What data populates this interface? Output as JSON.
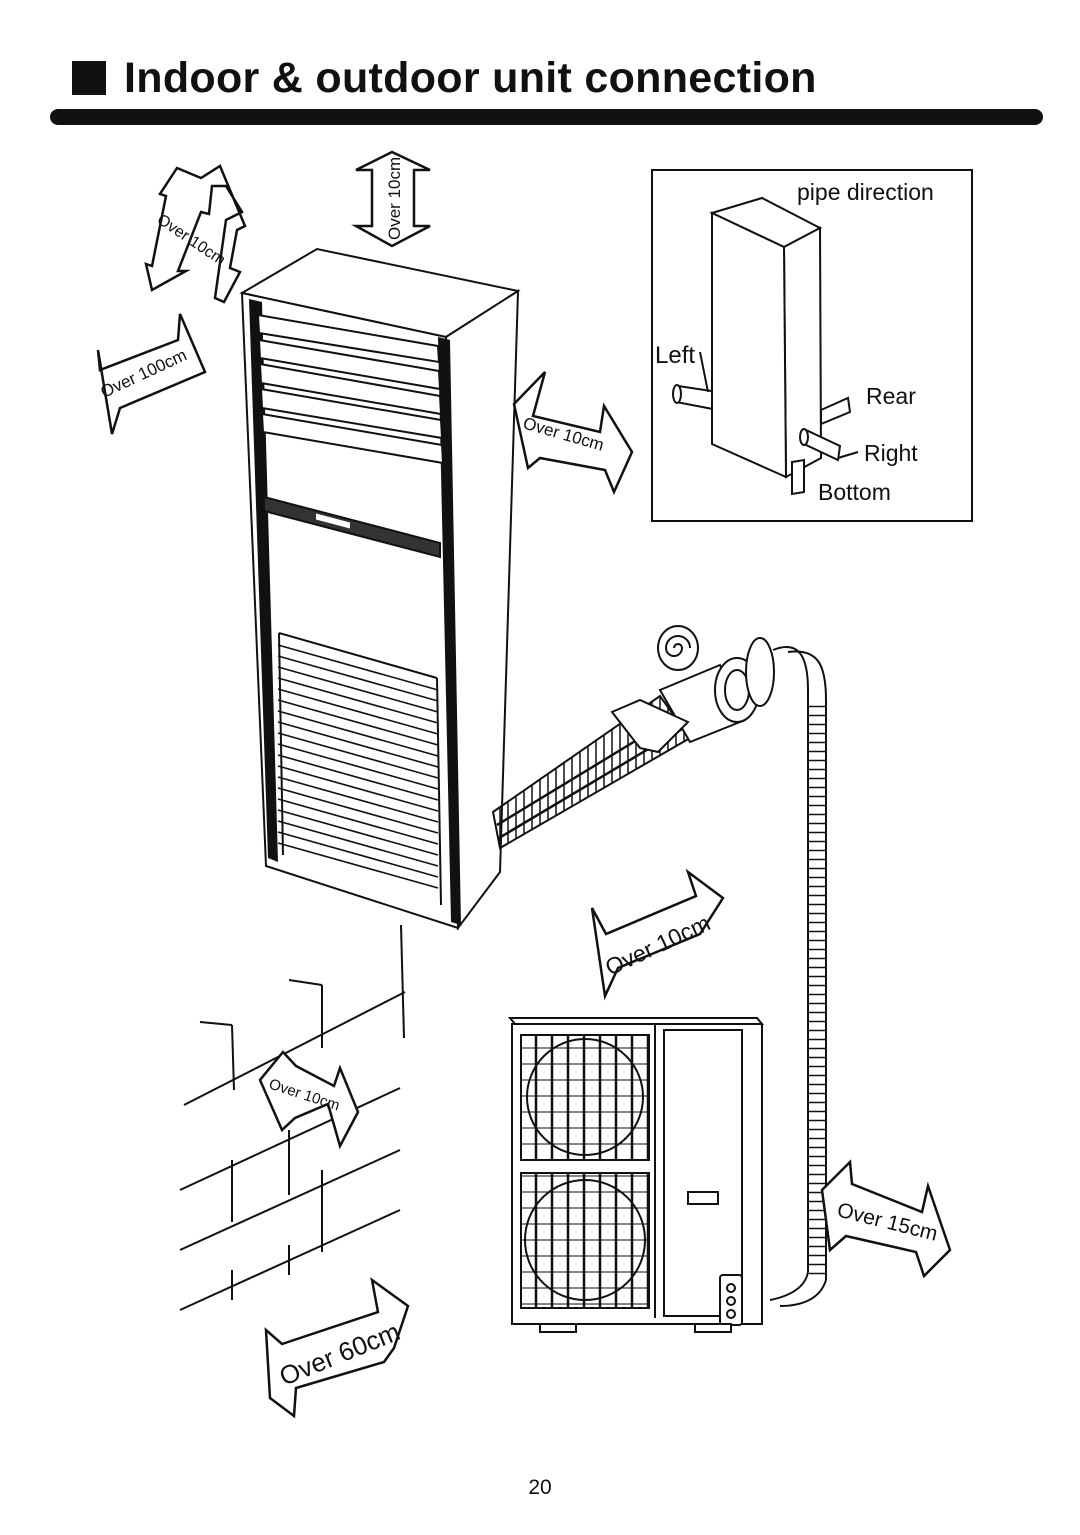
{
  "header": {
    "title": "Indoor & outdoor unit connection"
  },
  "clearance_labels": {
    "top": "Over 10cm",
    "left_upper": "Over 10cm",
    "left_lower": "Over 100cm",
    "right_of_indoor": "Over 10cm",
    "outdoor_top": "Over 10cm",
    "outdoor_rear": "Over 10cm",
    "outdoor_right": "Over 15cm",
    "outdoor_front": "Over 60cm"
  },
  "pipe_direction_panel": {
    "title": "pipe direction",
    "left": "Left",
    "rear": "Rear",
    "right": "Right",
    "bottom": "Bottom"
  },
  "footer": {
    "page_number": "20"
  }
}
